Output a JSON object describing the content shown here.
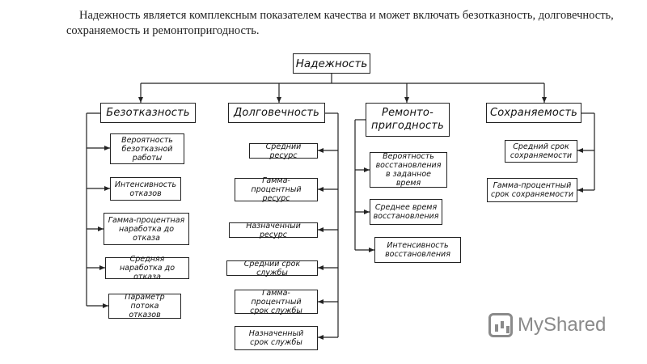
{
  "intro_text": "Надежность является комплексным показателем качества и может включать безотказность, долговечность, сохраняемость и ремонтопригодность.",
  "root": "Надежность",
  "categories": [
    {
      "label": "Безотказность",
      "items": [
        "Вероятность безотказной работы",
        "Интенсивность отказов",
        "Гамма-процентная наработка до отказа",
        "Средняя наработка до отказа",
        "Параметр потока отказов"
      ]
    },
    {
      "label": "Долговечность",
      "items": [
        "Средний ресурс",
        "Гамма-процентный ресурс",
        "Назначенный ресурс",
        "Средний срок службы",
        "Гамма-процентный срок службы",
        "Назначенный срок службы"
      ]
    },
    {
      "label": "Ремонто-пригодность",
      "items": [
        "Вероятность восстановления в заданное время",
        "Среднее время восстановления",
        "Интенсивность восстановления"
      ]
    },
    {
      "label": "Сохраняемость",
      "items": [
        "Средний срок сохраняемости",
        "Гамма-процентный срок сохраняемости"
      ]
    }
  ],
  "watermark": "MyShared"
}
